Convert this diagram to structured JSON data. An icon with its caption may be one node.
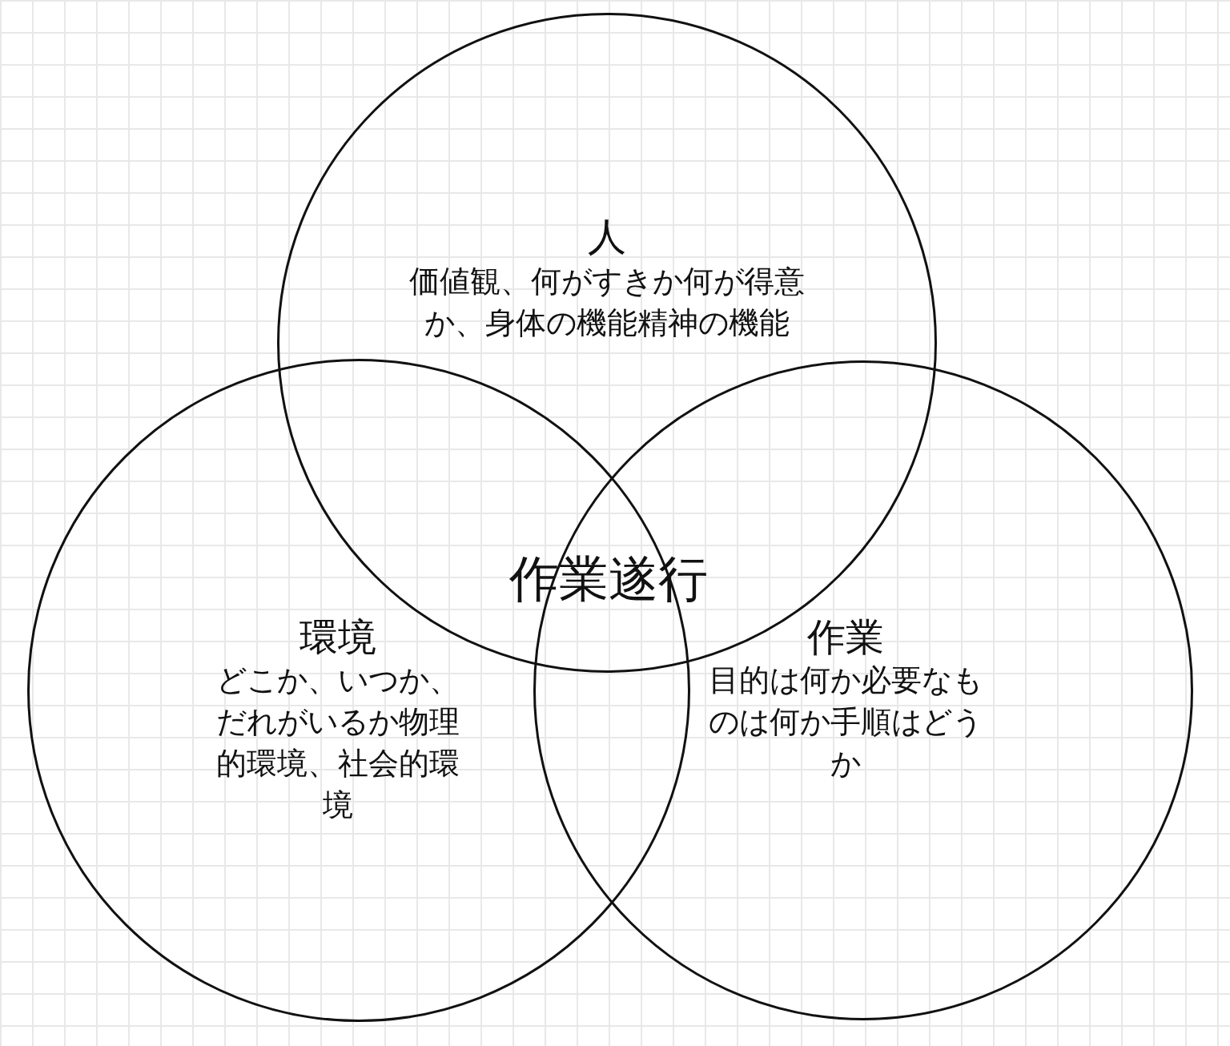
{
  "diagram": {
    "nodes": [
      {
        "text": [
          "人",
          "価値観、何がすきか何が得意か、身体の機能精神の機能"
        ]
      },
      {
        "text": [
          "環境",
          "どこか、いつか、だれがいるか物理的環境、社会的環境"
        ]
      },
      {
        "text": [
          "作業",
          "目的は何か必要なものは何か手順はどうか"
        ]
      }
    ],
    "edges": [],
    "labels": [
      "作業遂行"
    ]
  }
}
